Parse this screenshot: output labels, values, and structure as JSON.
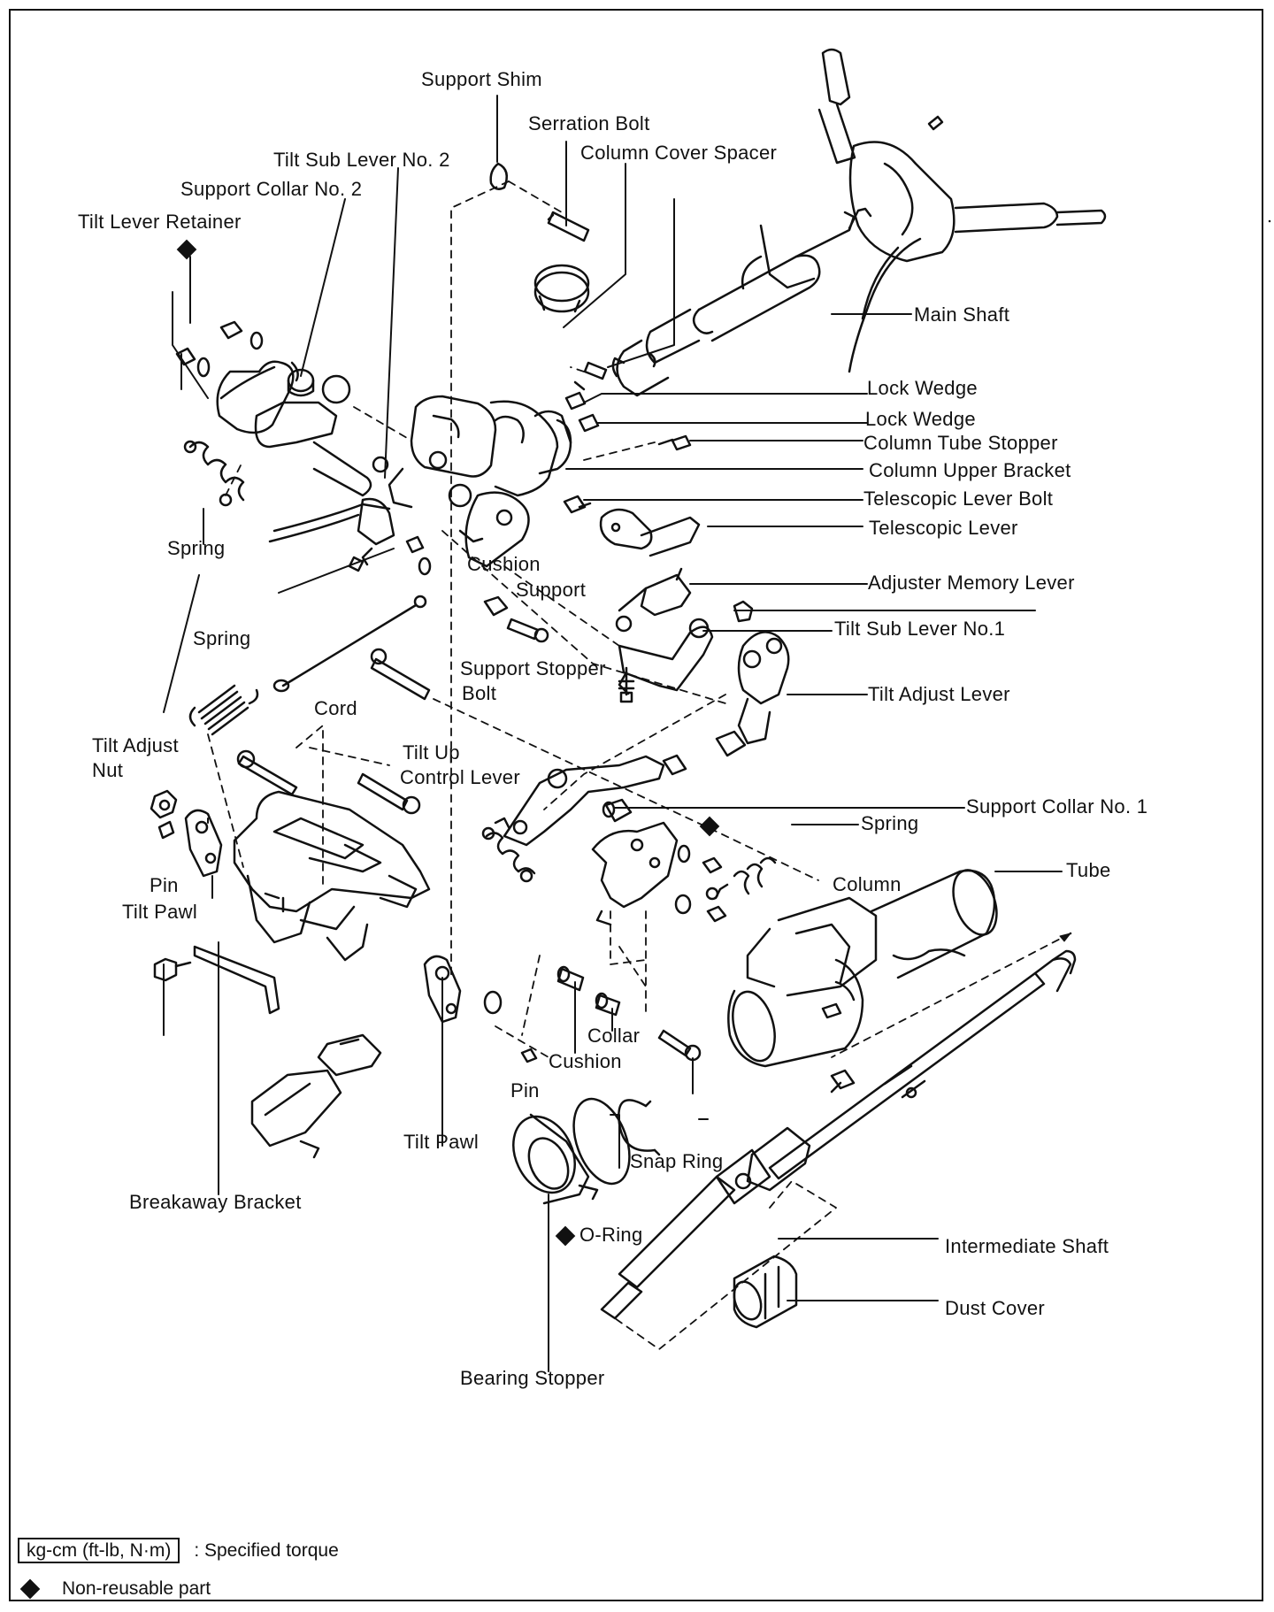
{
  "labels": {
    "support_shim": "Support Shim",
    "serration_bolt": "Serration Bolt",
    "column_cover_spacer": "Column Cover Spacer",
    "tilt_sub_lever_no2": "Tilt Sub Lever No. 2",
    "support_collar_no2": "Support Collar No. 2",
    "tilt_lever_retainer": "Tilt Lever Retainer",
    "main_shaft": "Main Shaft",
    "lock_wedge_1": "Lock Wedge",
    "lock_wedge_2": "Lock Wedge",
    "column_tube_stopper": "Column Tube Stopper",
    "column_upper_bracket": "Column Upper Bracket",
    "telescopic_lever_bolt": "Telescopic Lever Bolt",
    "telescopic_lever": "Telescopic Lever",
    "spring_upper": "Spring",
    "cushion_upper": "Cushion",
    "support": "Support",
    "adjuster_memory_lever": "Adjuster Memory Lever",
    "tilt_sub_lever_no1": "Tilt Sub Lever No.1",
    "spring_left": "Spring",
    "support_stopper_bolt_1": "Support Stopper",
    "support_stopper_bolt_2": "Bolt",
    "tilt_adjust_lever": "Tilt Adjust Lever",
    "cord": "Cord",
    "tilt_adjust_nut_1": "Tilt Adjust",
    "tilt_adjust_nut_2": "Nut",
    "tilt_up_control_lever_1": "Tilt Up",
    "tilt_up_control_lever_2": "Control Lever",
    "support_collar_no1": "Support Collar No. 1",
    "spring_right": "Spring",
    "tube": "Tube",
    "column": "Column",
    "pin_left": "Pin",
    "tilt_pawl_left": "Tilt Pawl",
    "collar": "Collar",
    "cushion_lower": "Cushion",
    "pin_lower": "Pin",
    "tilt_pawl_lower": "Tilt Pawl",
    "snap_ring": "Snap Ring",
    "breakaway_bracket": "Breakaway Bracket",
    "o_ring": "O-Ring",
    "intermediate_shaft": "Intermediate Shaft",
    "dust_cover": "Dust Cover",
    "bearing_stopper": "Bearing Stopper"
  },
  "legend": {
    "torque_box": "kg-cm (ft-lb, N·m)",
    "torque_text": ":  Specified torque",
    "nonreusable_text": "Non-reusable part"
  }
}
